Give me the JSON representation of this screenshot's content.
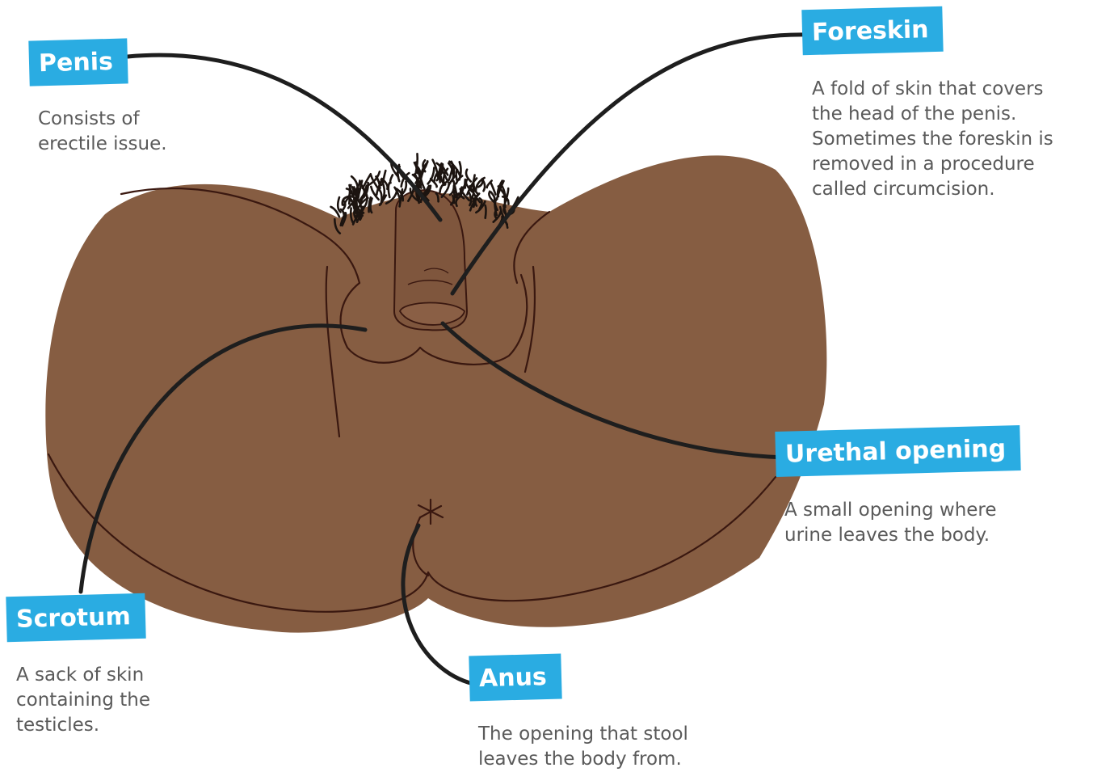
{
  "colors": {
    "skin": "#865d42",
    "skin_shadow": "#7a5238",
    "outline": "#3a1810",
    "hair": "#1c1410",
    "leader": "#1e1e1e",
    "label_bg": "#2aace2",
    "label_text": "#ffffff",
    "desc_text": "#5a5a5a"
  },
  "labels": {
    "penis": {
      "title": "Penis",
      "desc": [
        "Consists of",
        "erectile issue."
      ]
    },
    "foreskin": {
      "title": "Foreskin",
      "desc": [
        "A fold of skin that covers",
        "the head of the penis.",
        "Sometimes the foreskin is",
        "removed in a procedure",
        "called circumcision."
      ]
    },
    "urethal": {
      "title": "Urethal  opening",
      "desc": [
        "A small opening where",
        "urine leaves the body."
      ]
    },
    "scrotum": {
      "title": "Scrotum",
      "desc": [
        "A sack of skin",
        "containing the",
        "testicles."
      ]
    },
    "anus": {
      "title": "Anus",
      "desc": [
        "The opening that stool",
        "leaves the body from."
      ]
    }
  }
}
